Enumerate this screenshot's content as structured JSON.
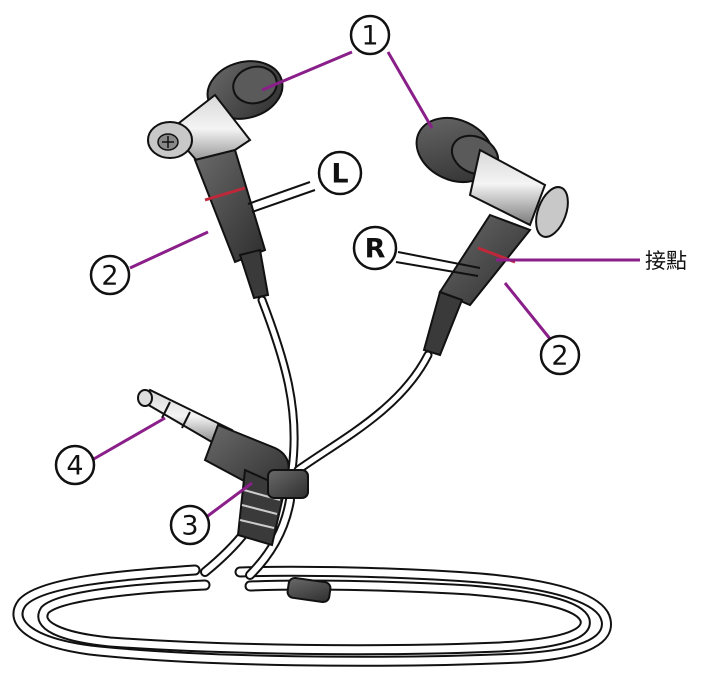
{
  "callouts": {
    "c1": "1",
    "c2_left": "2",
    "c2_right": "2",
    "c3": "3",
    "c4": "4",
    "left_marker": "L",
    "right_marker": "R"
  },
  "labels": {
    "contact_point": "接點"
  },
  "colors": {
    "leader_purple": "#8a1f8a",
    "contact_red": "#c0283a",
    "outline": "#111111",
    "metal": "#9a9a9a",
    "rubber": "#4a4a4a",
    "cable_fill": "#ffffff"
  }
}
